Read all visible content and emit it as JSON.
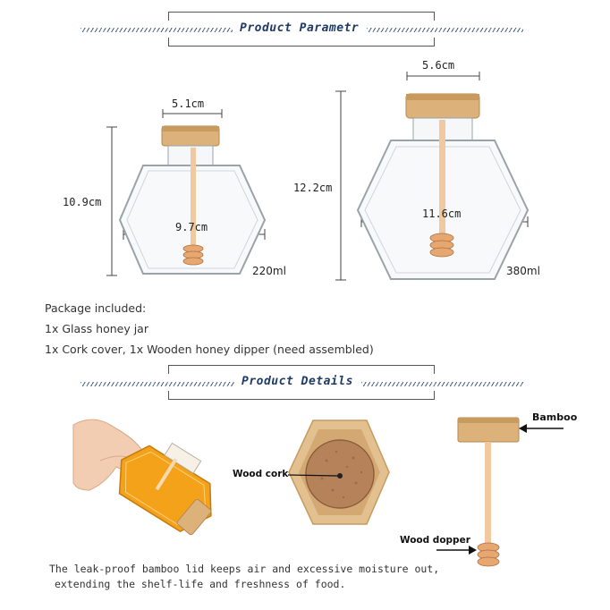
{
  "sections": {
    "parameters_title": "Product Parametr",
    "details_title": "Product Details"
  },
  "small_jar": {
    "top_width": "5.1cm",
    "height": "10.9cm",
    "body_width": "9.7cm",
    "volume": "220ml"
  },
  "large_jar": {
    "top_width": "5.6cm",
    "height": "12.2cm",
    "body_width": "11.6cm",
    "volume": "380ml"
  },
  "package": {
    "heading": "Package included:",
    "items": [
      "1x Glass honey jar",
      "1x Cork cover, 1x Wooden honey dipper (need assembled)"
    ]
  },
  "details": {
    "wood_cork_label": "Wood cork",
    "bamboo_label": "Bamboo",
    "wood_dopper_label": "Wood dopper",
    "caption_line1": "The leak-proof bamboo lid keeps air and excessive moisture out,",
    "caption_line2": "extending the shelf-life and freshness of food."
  },
  "colors": {
    "title_blue": "#1f3b66",
    "honey": "#f3a21a",
    "wood": "#d9b07a",
    "cork": "#b5825a"
  }
}
